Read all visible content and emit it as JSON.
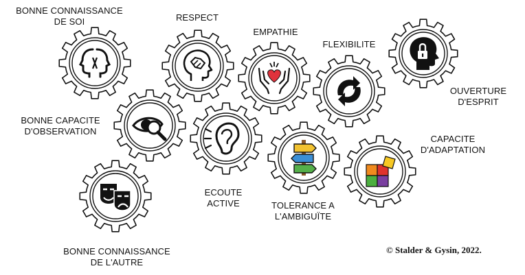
{
  "gears": [
    {
      "id": "soi",
      "icon": "two-faces-profile-icon",
      "label_lines": [
        "BONNE CONNAISSANCE",
        "DE SOI"
      ]
    },
    {
      "id": "respect",
      "icon": "head-handshake-icon",
      "label_lines": [
        "RESPECT"
      ]
    },
    {
      "id": "empathie",
      "icon": "hands-heart-icon",
      "label_lines": [
        "EMPATHIE"
      ]
    },
    {
      "id": "flexibilite",
      "icon": "arrows-cycle-icon",
      "label_lines": [
        "FLEXIBILITE"
      ]
    },
    {
      "id": "ouverture",
      "icon": "head-padlock-icon",
      "label_lines": [
        "OUVERTURE",
        "D'ESPRIT"
      ]
    },
    {
      "id": "observation",
      "icon": "eye-magnifier-icon",
      "label_lines": [
        "BONNE CAPACITE",
        "D'OBSERVATION"
      ]
    },
    {
      "id": "ecoute",
      "icon": "ear-icon",
      "label_lines": [
        "ECOUTE",
        "ACTIVE"
      ]
    },
    {
      "id": "tolerance",
      "icon": "signpost-icon",
      "label_lines": [
        "TOLERANCE A",
        "L'AMBIGUÏTE"
      ]
    },
    {
      "id": "adaptation",
      "icon": "puzzle-icon",
      "label_lines": [
        "CAPACITE",
        "D'ADAPTATION"
      ]
    },
    {
      "id": "autre",
      "icon": "theatre-masks-icon",
      "label_lines": [
        "BONNE CONNAISSANCE",
        "DE L'AUTRE"
      ]
    }
  ],
  "colors": {
    "gear_fill": "#ffffff",
    "gear_stroke": "#111111",
    "heart": "#e0323c",
    "sign_yellow": "#f2c230",
    "sign_blue": "#3b8fd6",
    "sign_green": "#55b04a",
    "puzzle_red": "#e0332c",
    "puzzle_orange": "#f08a1e",
    "puzzle_purple": "#7a3fa0",
    "puzzle_green": "#4caf3f",
    "puzzle_yellow": "#f7c823"
  },
  "credit": "© Stalder & Gysin, 2022."
}
